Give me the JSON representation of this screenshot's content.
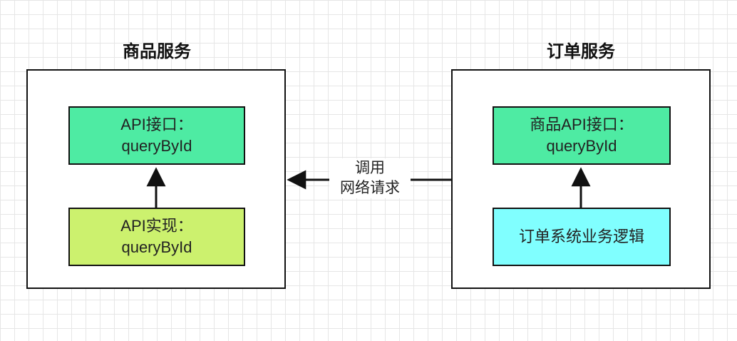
{
  "colors": {
    "api_interface_fill": "#4eeba3",
    "api_impl_fill": "#ccf16e",
    "logic_fill": "#80ffff",
    "border": "#111111",
    "grid": "#e6e6e6"
  },
  "product_service": {
    "title": "商品服务",
    "api_interface": {
      "line1": "API接口：",
      "line2": "queryById"
    },
    "api_impl": {
      "line1": "API实现：",
      "line2": "queryById"
    }
  },
  "order_service": {
    "title": "订单服务",
    "product_api_interface": {
      "line1": "商品API接口：",
      "line2": "queryById"
    },
    "business_logic": {
      "label": "订单系统业务逻辑"
    }
  },
  "network_call": {
    "line1": "调用",
    "line2": "网络请求"
  }
}
